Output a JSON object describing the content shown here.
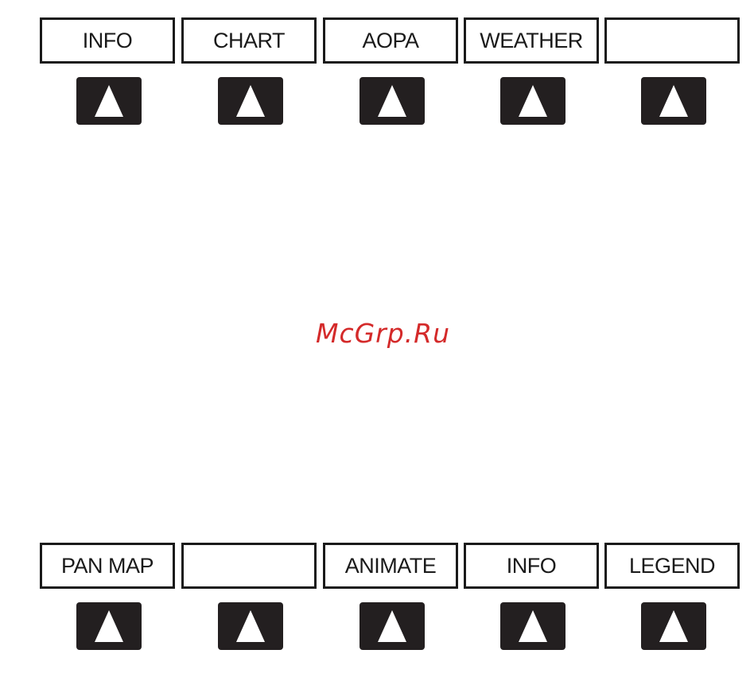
{
  "top_softkeys": [
    {
      "label": "INFO",
      "icon": "up-arrow-icon"
    },
    {
      "label": "CHART",
      "icon": "up-arrow-icon"
    },
    {
      "label": "AOPA",
      "icon": "up-arrow-icon"
    },
    {
      "label": "WEATHER",
      "icon": "up-arrow-icon"
    },
    {
      "label": "",
      "icon": "up-arrow-icon"
    }
  ],
  "bottom_softkeys": [
    {
      "label": "PAN MAP",
      "icon": "up-arrow-icon"
    },
    {
      "label": "",
      "icon": "up-arrow-icon"
    },
    {
      "label": "ANIMATE",
      "icon": "up-arrow-icon"
    },
    {
      "label": "INFO",
      "icon": "up-arrow-icon"
    },
    {
      "label": "LEGEND",
      "icon": "up-arrow-icon"
    }
  ],
  "watermark": {
    "text": "McGrp.Ru"
  },
  "colors": {
    "frame": "#1a1a1a",
    "button": "#231f20",
    "arrow": "#ffffff",
    "watermark": "#d42a2a"
  }
}
